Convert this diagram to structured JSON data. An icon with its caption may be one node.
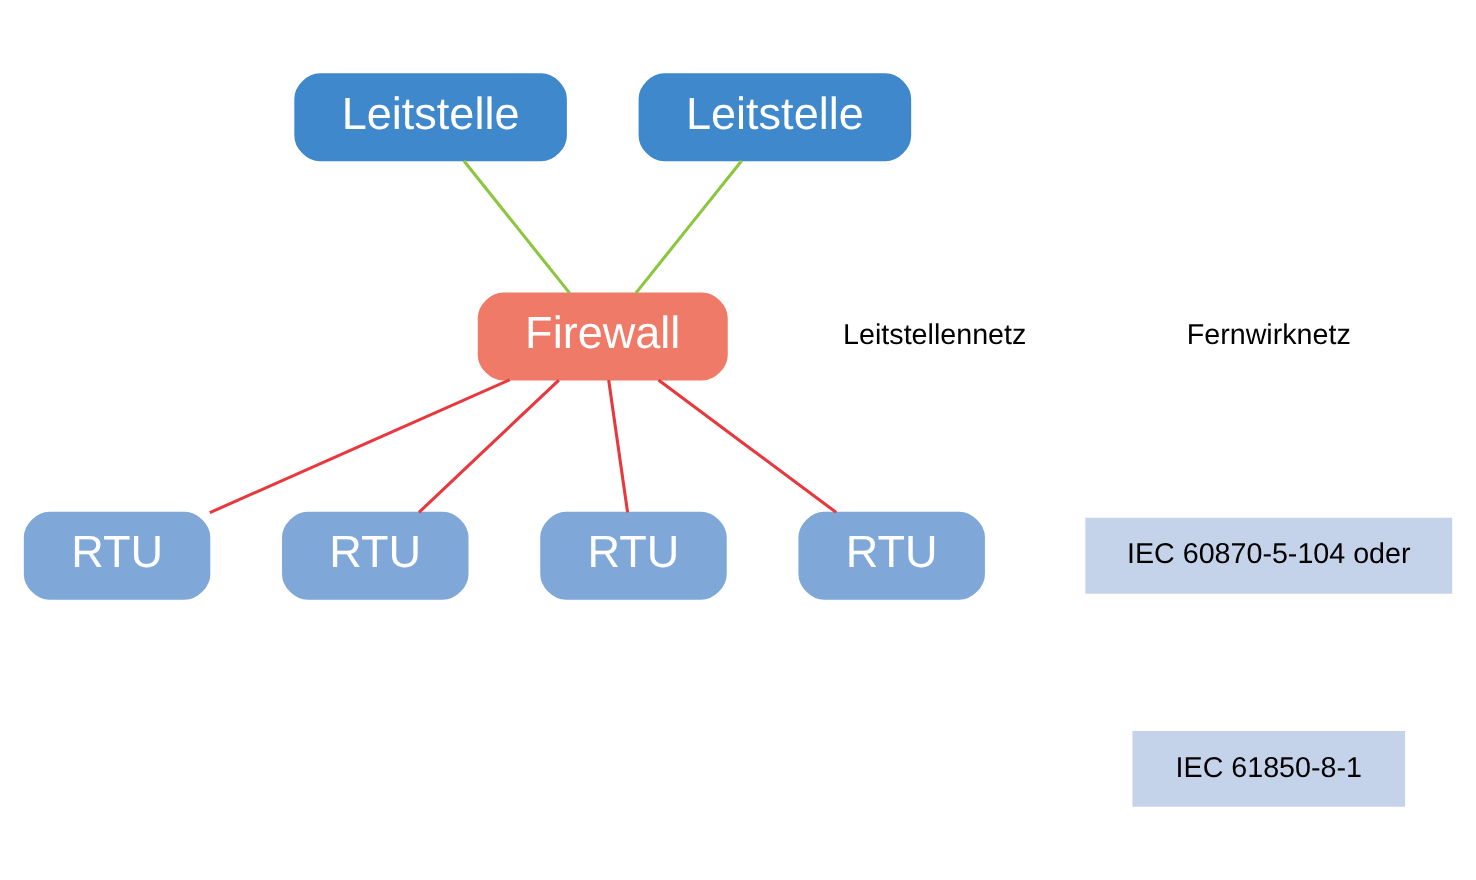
{
  "diagram": {
    "nodes": [
      {
        "text": [
          "Leitstelle"
        ]
      },
      {
        "text": [
          "Leitstelle"
        ]
      },
      {
        "text": [
          "Firewall"
        ]
      },
      {
        "text": [
          "RTU"
        ]
      },
      {
        "text": [
          "RTU"
        ]
      },
      {
        "text": [
          "RTU"
        ]
      },
      {
        "text": [
          "RTU"
        ]
      }
    ],
    "edges": [
      {
        "from": 0,
        "to": 2,
        "arrow": "none",
        "color": "#8cc63f"
      },
      {
        "from": 1,
        "to": 2,
        "arrow": "none",
        "color": "#8cc63f"
      },
      {
        "from": 2,
        "to": 3,
        "arrow": "none"
      },
      {
        "from": 2,
        "to": 4,
        "arrow": "none"
      },
      {
        "from": 2,
        "to": 5,
        "arrow": "none"
      },
      {
        "from": 2,
        "to": 6,
        "arrow": "none"
      }
    ],
    "labels": [
      "Leitstellennetz",
      "Fernwirknetz",
      "IEC 60870-5-104 oder",
      "IEC 61850-8-1"
    ]
  }
}
